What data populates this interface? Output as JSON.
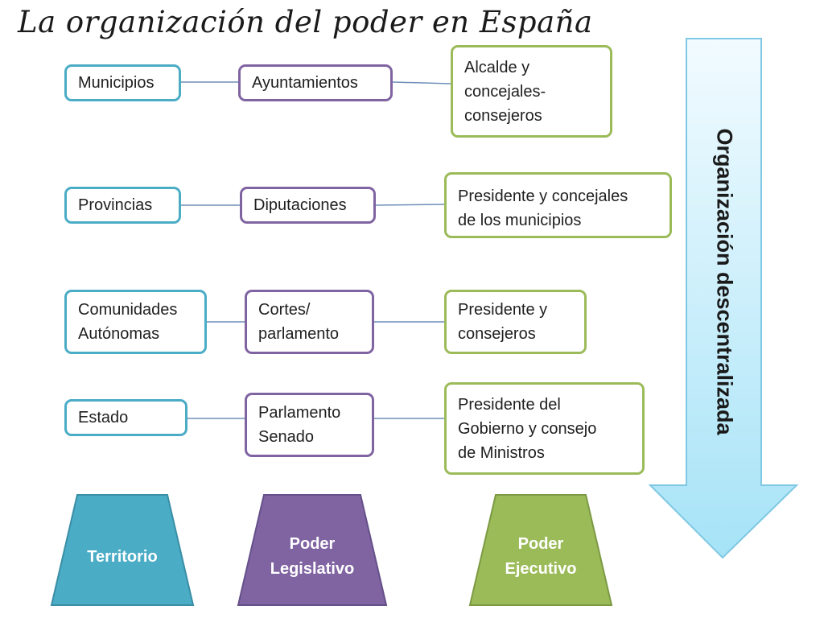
{
  "title": "La organización del poder en España",
  "rows": [
    {
      "territorio": "Municipios",
      "legislativo": "Ayuntamientos",
      "ejecutivo": "Alcalde y\nconcejales-\nconsejeros"
    },
    {
      "territorio": "Provincias",
      "legislativo": "Diputaciones",
      "ejecutivo": "Presidente y concejales\nde los municipios"
    },
    {
      "territorio": "Comunidades\nAutónomas",
      "legislativo": "Cortes/\nparlamento",
      "ejecutivo": "Presidente y\nconsejeros"
    },
    {
      "territorio": "Estado",
      "legislativo": "Parlamento\nSenado",
      "ejecutivo": "Presidente del\nGobierno y consejo\nde Ministros"
    }
  ],
  "columns": [
    {
      "label": "Territorio",
      "color": "#4bacc6"
    },
    {
      "label": "Poder\nLegislativo",
      "color": "#8064a2"
    },
    {
      "label": "Poder\nEjecutivo",
      "color": "#9bbb59"
    }
  ],
  "arrow": {
    "label": "Organización descentralizada",
    "color_top": "#f2fbff",
    "color_bottom": "#a6e3f7",
    "border": "#7ec8e3"
  }
}
